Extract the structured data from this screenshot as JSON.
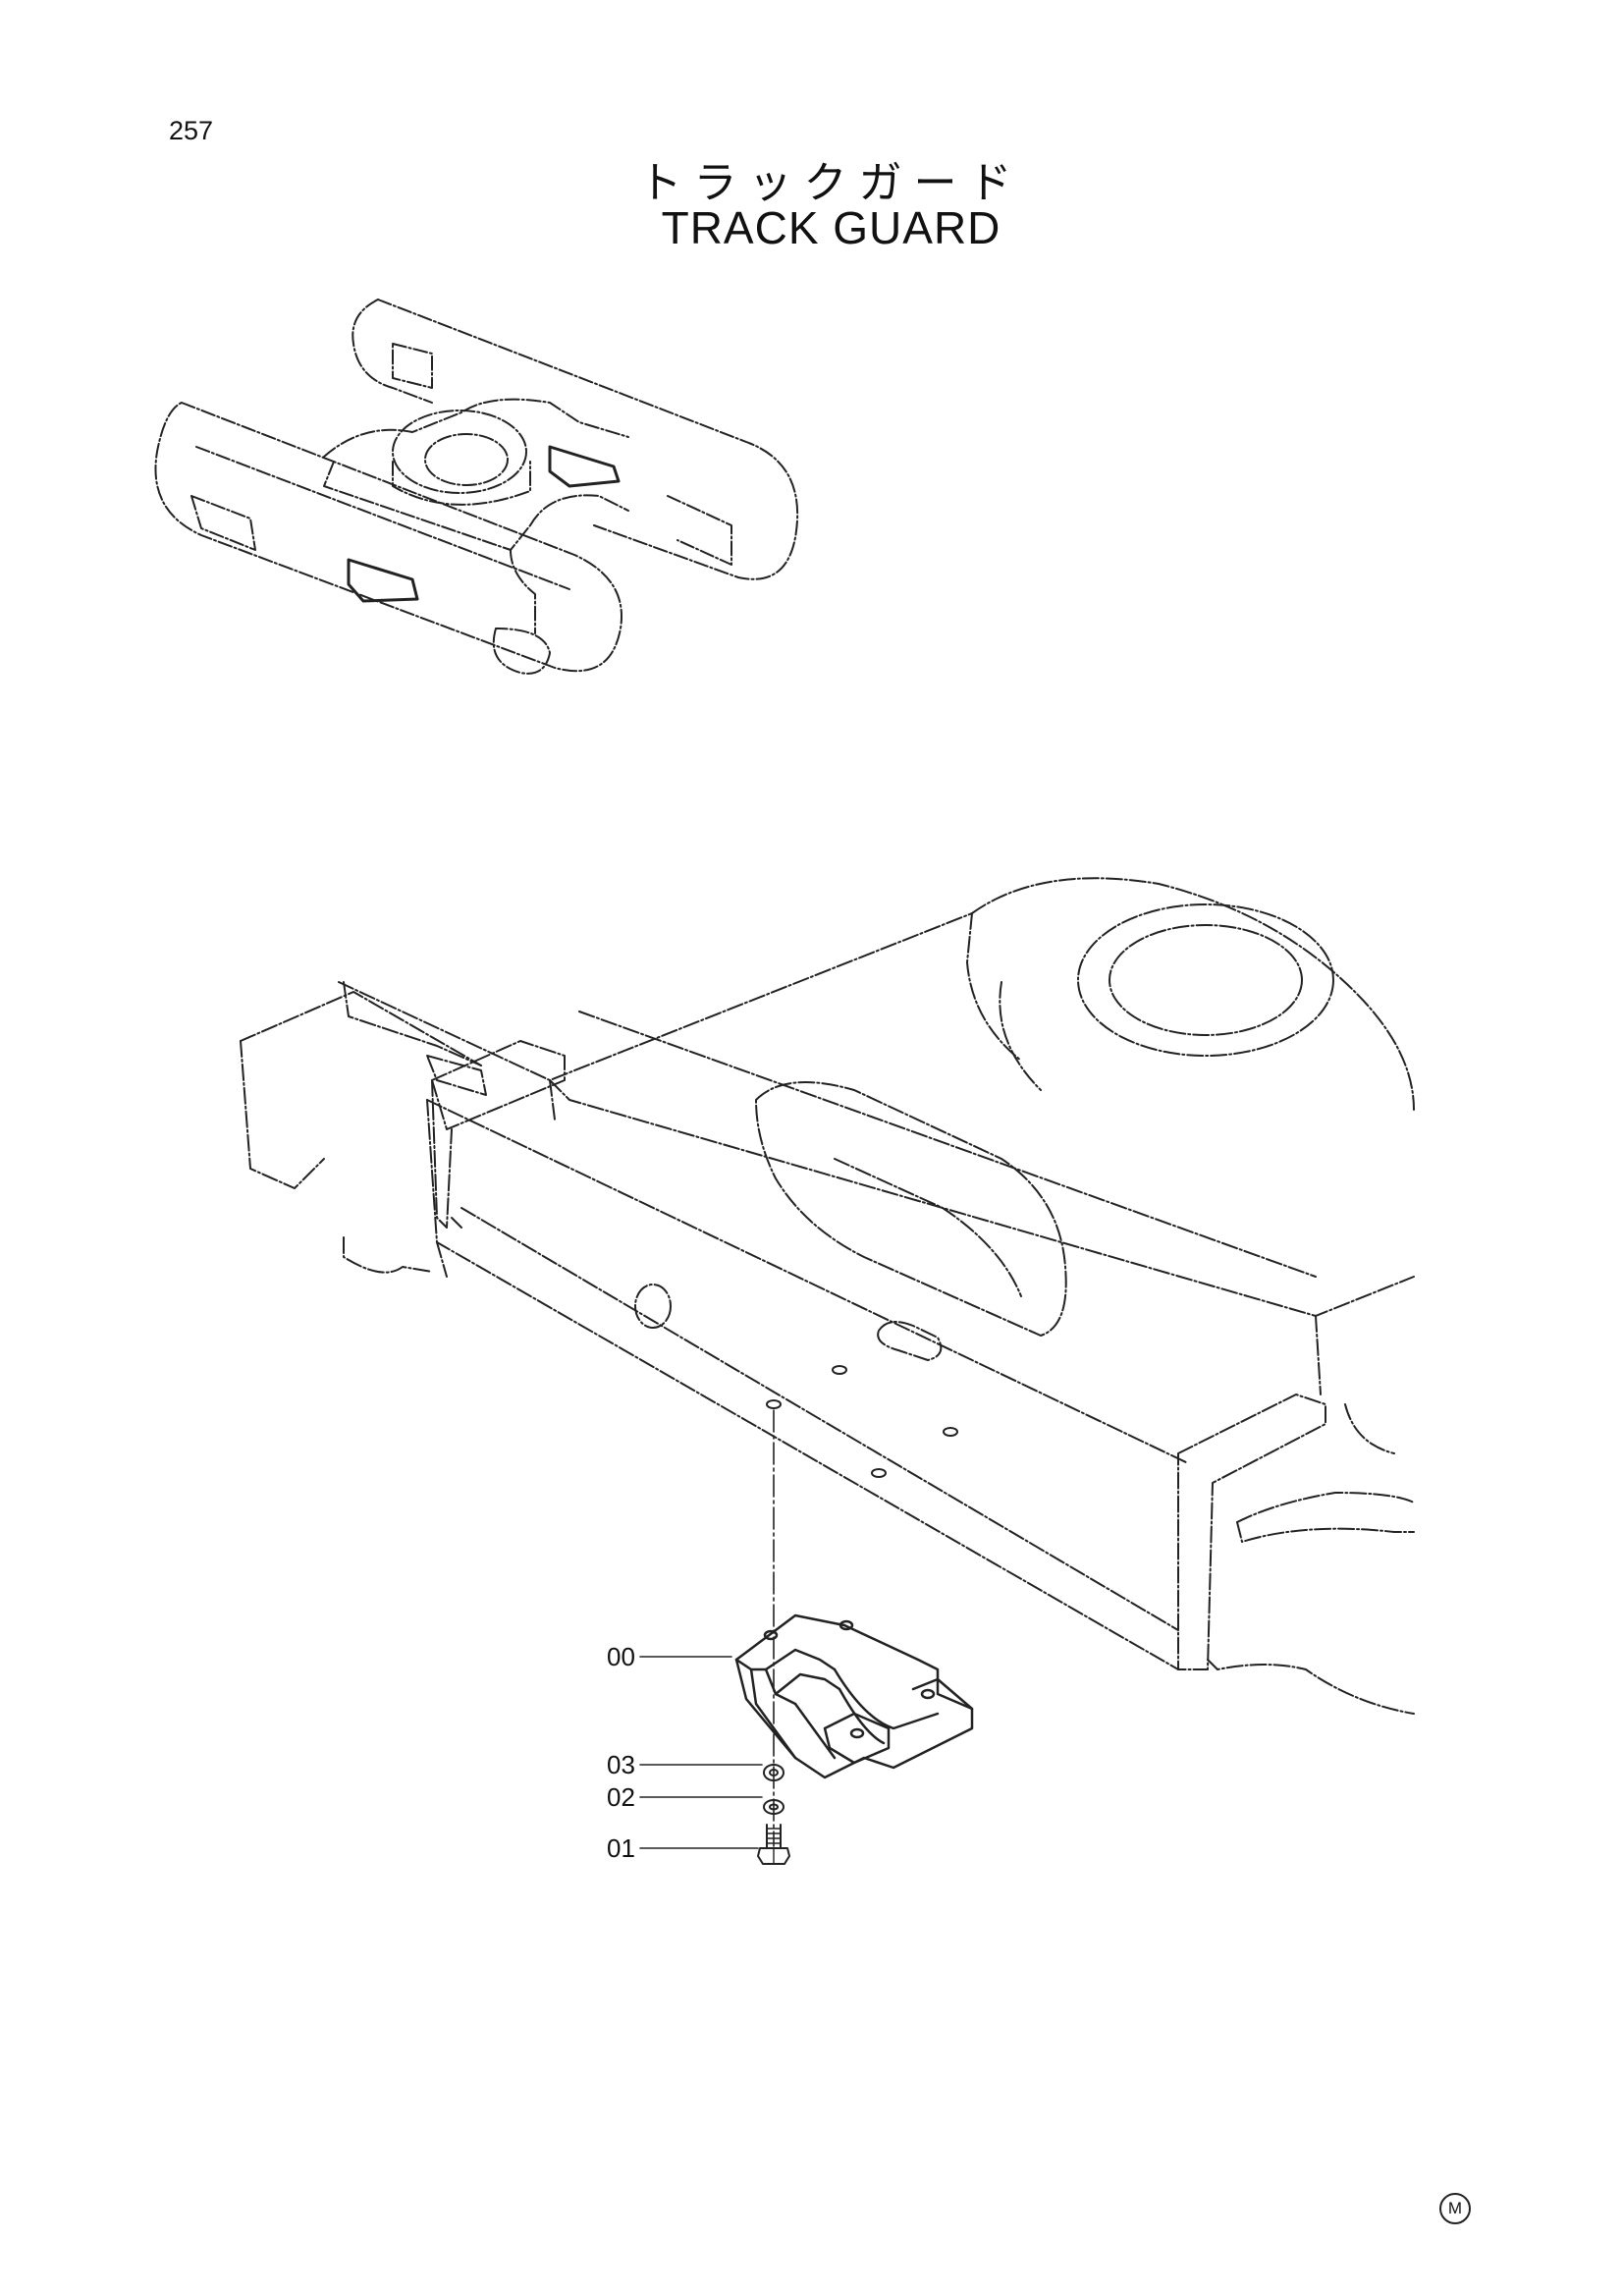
{
  "page": {
    "number": "257"
  },
  "title": {
    "japanese": "トラックガード",
    "english": "TRACK GUARD"
  },
  "callouts": [
    {
      "id": "00",
      "label": "00"
    },
    {
      "id": "03",
      "label": "03"
    },
    {
      "id": "02",
      "label": "02"
    },
    {
      "id": "01",
      "label": "01"
    }
  ],
  "corner_mark": "M"
}
